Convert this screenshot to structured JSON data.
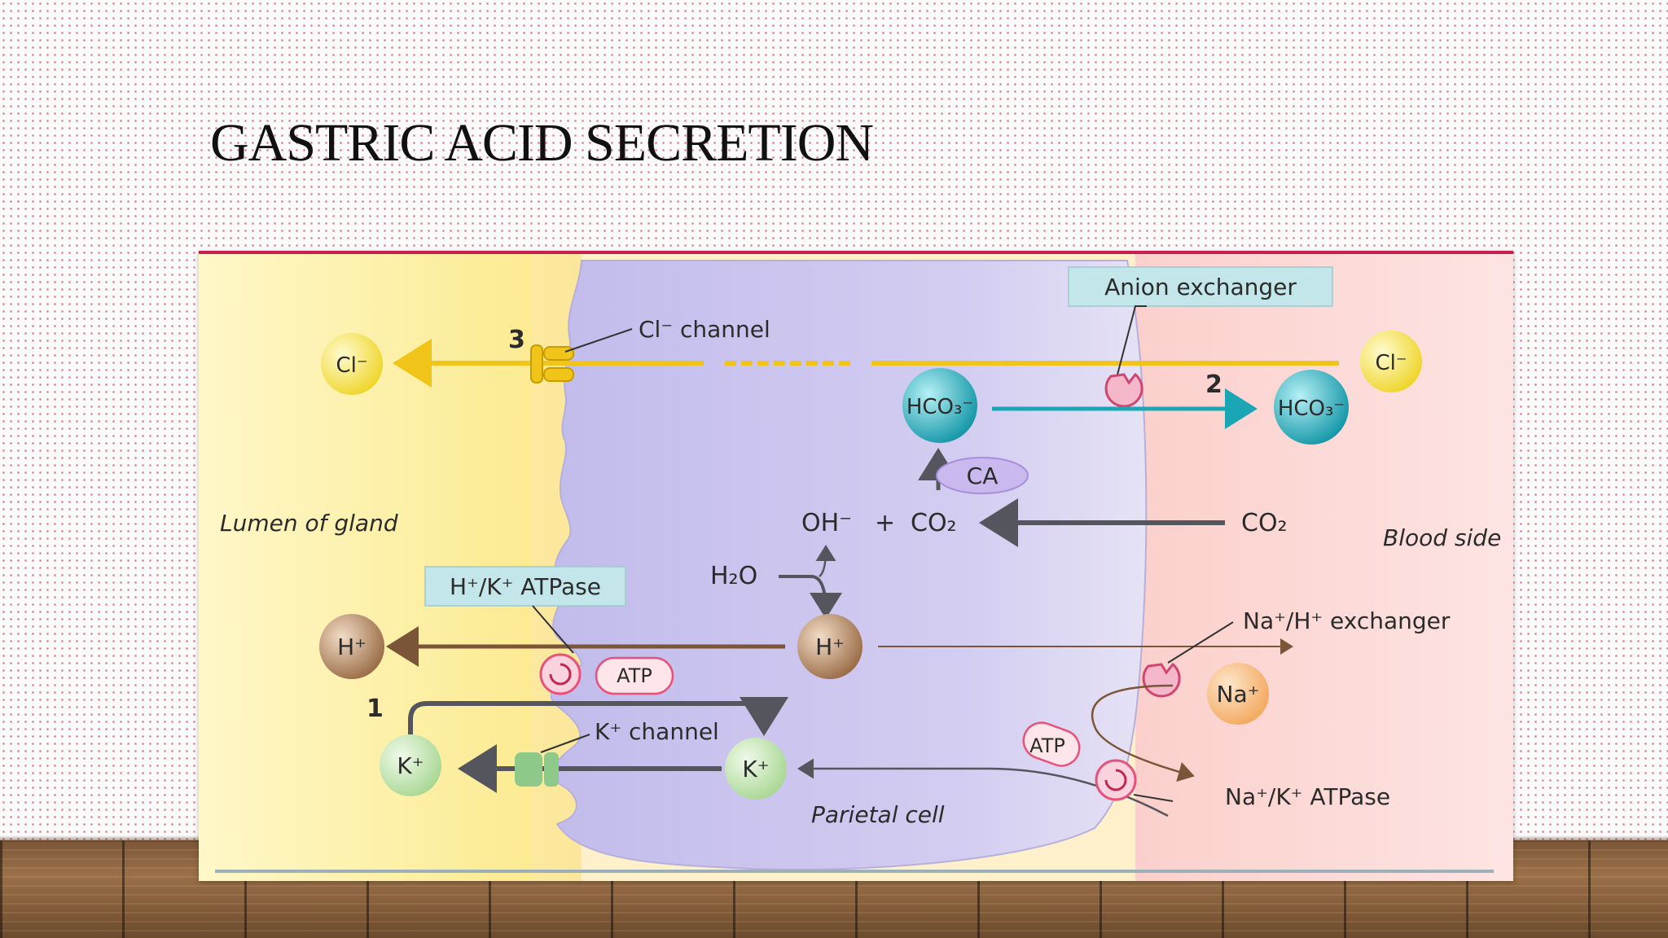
{
  "slide": {
    "title": "GASTRIC ACID SECRETION"
  },
  "diagram": {
    "regions": {
      "lumen": "Lumen of gland",
      "blood": "Blood side",
      "cell": "Parietal cell"
    },
    "callouts": {
      "anion_exchanger": "Anion exchanger",
      "hk_atpase": "H⁺/K⁺ ATPase",
      "cl_channel": "Cl⁻ channel",
      "k_channel": "K⁺ channel",
      "na_h_exchanger": "Na⁺/H⁺ exchanger",
      "na_k_atpase": "Na⁺/K⁺ ATPase"
    },
    "steps": {
      "one": "1",
      "two": "2",
      "three": "3"
    },
    "ions": {
      "cl": "Cl⁻",
      "hco3": "HCO₃⁻",
      "h": "H⁺",
      "k": "K⁺",
      "na": "Na⁺"
    },
    "molecules": {
      "oh": "OH⁻",
      "plus": "+",
      "co2": "CO₂",
      "h2o": "H₂O",
      "ca": "CA",
      "atp": "ATP"
    },
    "colors": {
      "cl": "#f2dc3c",
      "hco3": "#1fb4c2",
      "h": "#a57b5a",
      "k": "#b8e0a5",
      "na": "#f6b777",
      "cell": "#cac3ec",
      "lumen": "#fbeb96",
      "blood": "#fbd4d0"
    }
  }
}
